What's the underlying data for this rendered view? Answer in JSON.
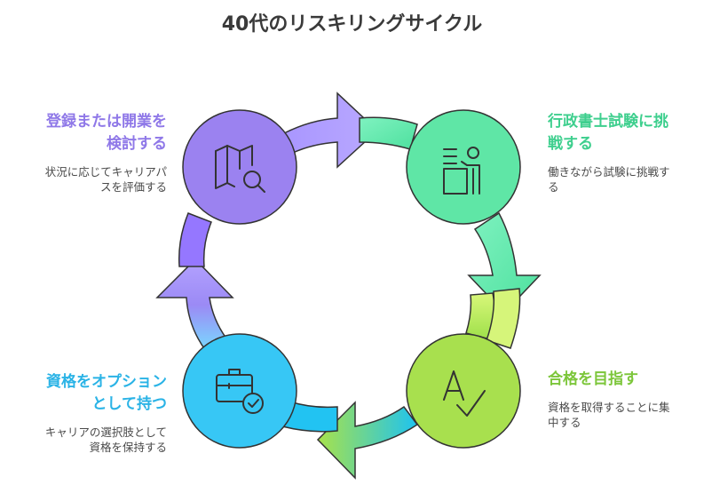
{
  "title": "40代のリスキリングサイクル",
  "steps": [
    {
      "heading_lines": [
        "登録または開業を",
        "検討する"
      ],
      "desc_lines": [
        "状況に応じてキャリアパ",
        "スを評価する"
      ],
      "color": "#8f78e8",
      "icon": "map-search-icon"
    },
    {
      "heading_lines": [
        "行政書士試験に挑",
        "戦する"
      ],
      "desc_lines": [
        "働きながら試験に挑戦す",
        "る"
      ],
      "color": "#3ecf8e",
      "icon": "person-at-desk-icon"
    },
    {
      "heading_lines": [
        "合格を目指す"
      ],
      "desc_lines": [
        "資格を取得することに集",
        "中する"
      ],
      "color": "#7cc63a",
      "icon": "text-check-icon"
    },
    {
      "heading_lines": [
        "資格をオプション",
        "として持つ"
      ],
      "desc_lines": [
        "キャリアの選択肢として",
        "資格を保持する"
      ],
      "color": "#2ab3e6",
      "icon": "briefcase-badge-icon"
    }
  ]
}
